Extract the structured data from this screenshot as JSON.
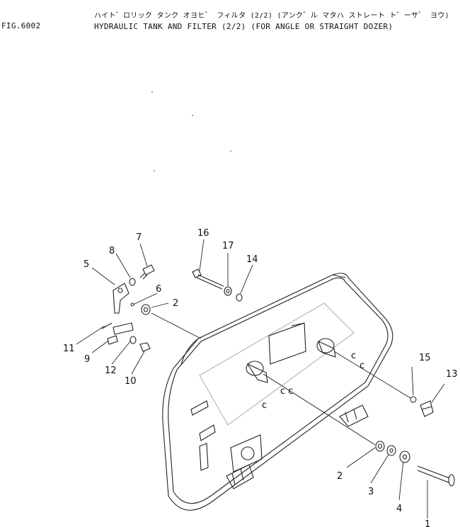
{
  "header": {
    "figure_no": "FIG.6002",
    "title_kana": "ハイト゛ロリック タンク オヨヒ゛ フィルタ (2/2) (アンク゛ル マタハ ストレート ト゛ーサ゛ ヨウ)",
    "title_en": "HYDRAULIC TANK AND FILTER (2/2) (FOR ANGLE OR STRAIGHT DOZER)"
  },
  "callouts": {
    "c1": "1",
    "c2a": "2",
    "c2b": "2",
    "c3": "3",
    "c4": "4",
    "c5": "5",
    "c6": "6",
    "c7": "7",
    "c8": "8",
    "c9": "9",
    "c10": "10",
    "c11": "11",
    "c12": "12",
    "c13": "13",
    "c14": "14",
    "c15": "15",
    "c16": "16",
    "c17": "17"
  }
}
